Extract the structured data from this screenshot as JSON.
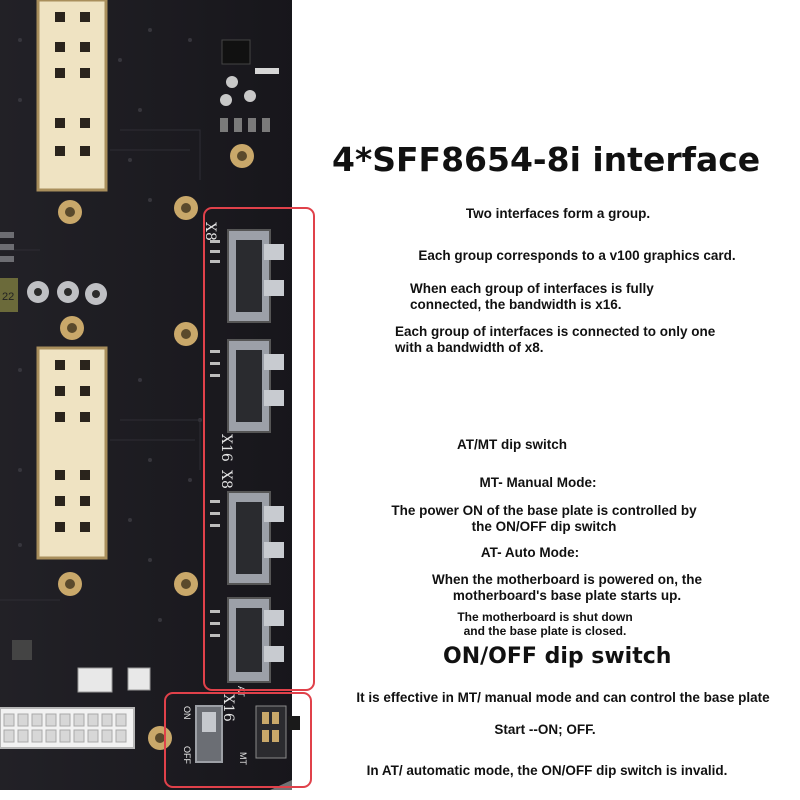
{
  "headline": "4*SFF8654-8i interface",
  "notes": {
    "group": "Two interfaces form a group.",
    "gpu": "Each group corresponds to a v100 graphics card.",
    "x16_line1": "When each group of interfaces is fully",
    "x16_line2": "connected, the bandwidth is x16.",
    "x8_line1": "Each group of interfaces is connected to only one",
    "x8_line2": "with a bandwidth of x8."
  },
  "atmt": {
    "title": "AT/MT dip switch",
    "mt_mode": "MT- Manual Mode:",
    "mt_line1": "The power ON of the base plate is controlled by",
    "mt_line2": "the ON/OFF dip switch",
    "at_mode": "AT- Auto Mode:",
    "at_line1": "When the motherboard is powered on, the",
    "at_line2": "motherboard's base plate starts up.",
    "at_line3": "The motherboard is shut down",
    "at_line4": "and the base plate is closed."
  },
  "onoff": {
    "title": "ON/OFF dip switch",
    "line1": "It is effective in MT/ manual mode and can control the base plate",
    "line2": "Start --ON; OFF.",
    "line3": "In AT/ automatic mode, the ON/OFF dip switch is invalid."
  },
  "board_labels": {
    "x8_top": "X8",
    "x16_mid": "X16",
    "x8_mid": "X8",
    "x16_bottom": "X16",
    "at": "AT",
    "mt": "MT",
    "on": "ON",
    "off": "OFF",
    "cap": "22"
  },
  "colors": {
    "pcb": "#1c1b20",
    "gold": "#c9a86a",
    "slot": "#efe3c2",
    "highlight": "#e0414a"
  }
}
